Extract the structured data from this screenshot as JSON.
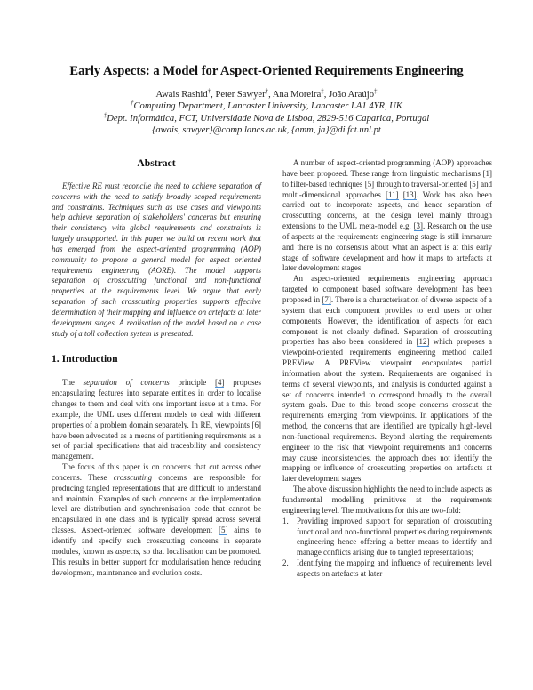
{
  "header": {
    "title": "Early Aspects: a Model for Aspect-Oriented Requirements Engineering",
    "authors": [
      {
        "name": "Awais Rashid",
        "mark": "†"
      },
      {
        "name": "Peter Sawyer",
        "mark": "†"
      },
      {
        "name": "Ana Moreira",
        "mark": "‡"
      },
      {
        "name": "João Araújo",
        "mark": "‡"
      }
    ],
    "affiliations": [
      {
        "mark": "†",
        "text": "Computing Department, Lancaster University, Lancaster LA1 4YR, UK"
      },
      {
        "mark": "‡",
        "text": "Dept. Informática, FCT, Universidade Nova de Lisboa, 2829-516 Caparica, Portugal"
      }
    ],
    "emails": "{awais, sawyer}@comp.lancs.ac.uk, {amm, ja}@di.fct.unl.pt"
  },
  "abstract": {
    "heading": "Abstract",
    "text": "Effective RE must reconcile the need to achieve separation of concerns with the need to satisfy broadly scoped requirements and constraints. Techniques such as use cases and viewpoints help achieve separation of stakeholders' concerns but ensuring their consistency with global requirements and constraints is largely unsupported. In this paper we build on recent work that has emerged from the aspect-oriented programming (AOP) community to propose a general model for aspect oriented requirements engineering (AORE). The model supports separation of crosscutting functional and non-functional properties at the requirements level. We argue that early separation of such crosscutting properties supports effective determination of their mapping and influence on artefacts at later development stages. A realisation of the model based on a case study of a toll collection system is presented."
  },
  "section1": {
    "heading": "1. Introduction",
    "p1": {
      "a": "The ",
      "em": "separation of concerns",
      "b": " principle ",
      "ref": "[4]",
      "c": " proposes encapsulating features into separate entities in order to localise changes to them and deal with one important issue at a time. For example, the UML uses different models to deal with different properties of a problem domain separately.  In RE, viewpoints [6] have been advocated as a means of partitioning requirements as a set of partial specifications that aid traceability and consistency management."
    },
    "p2": {
      "a": "The focus of this paper is on concerns that cut across other concerns. These ",
      "em": "crosscutting",
      "b": " concerns are responsible for producing tangled representations that are difficult to understand and maintain. Examples of such concerns at the implementation level are distribution and synchronisation code that cannot be encapsulated in one class and is typically spread across several classes. Aspect-oriented software development ",
      "ref": "[5]",
      "c": " aims to identify and specify such crosscutting concerns in separate modules, known as ",
      "em2": "aspects,",
      "d": " so that localisation can be promoted. This results in better support for modularisation hence reducing development, maintenance and evolution costs."
    },
    "p3": {
      "a": "A number of aspect-oriented programming (AOP) approaches have been proposed. These range from linguistic mechanisms [1] to filter-based techniques ",
      "ref1": "[5]",
      "b": " through to traversal-oriented ",
      "ref2": "[5]",
      "c": " and multi-dimensional approaches ",
      "ref3": "[11]",
      "d": " ",
      "ref4": "[13]",
      "e": ". Work has also been carried out to incorporate aspects, and hence separation of crosscutting concerns, at the design level mainly through extensions to the UML meta-model e.g. ",
      "ref5": "[3]",
      "f": ". Research on the use of aspects at the requirements engineering stage is still immature and there is no consensus about what an aspect is at this early stage of software development and how it maps to artefacts at later development stages."
    },
    "p4": {
      "a": "An aspect-oriented requirements engineering approach targeted to component based software development has been proposed in ",
      "ref1": "[7]",
      "b": ". There is a characterisation of diverse aspects of a system that each component provides to end users or other components. However, the identification of aspects for each component is not clearly defined. Separation of crosscutting properties has also been considered in ",
      "ref2": "[12]",
      "c": " which proposes a viewpoint-oriented requirements engineering method called PREView. A PREView viewpoint encapsulates partial information about the system. Requirements are organised in terms of several viewpoints, and analysis is conducted against a set of concerns intended to correspond broadly to the overall system goals. Due to this broad scope concerns crosscut the requirements emerging from viewpoints. In applications of the method, the concerns that are identified are typically high-level non-functional requirements. Beyond alerting the requirements engineer to the risk that viewpoint requirements and concerns may cause inconsistencies, the approach does not identify the mapping or influence of crosscutting properties on artefacts at later development stages."
    },
    "p5": "The above discussion highlights the need to include aspects as fundamental modelling primitives at the requirements engineering level. The motivations for this are two-fold:",
    "list": [
      {
        "num": "1.",
        "text": "Providing improved support for separation of crosscutting functional and non-functional properties during requirements engineering hence offering a better means to identify and manage conflicts arising due to tangled representations;"
      },
      {
        "num": "2.",
        "text": "Identifying the mapping and influence of requirements level aspects on artefacts at later"
      }
    ]
  },
  "colors": {
    "link_underline": "#4a90d9",
    "text": "#2a2a2a"
  }
}
